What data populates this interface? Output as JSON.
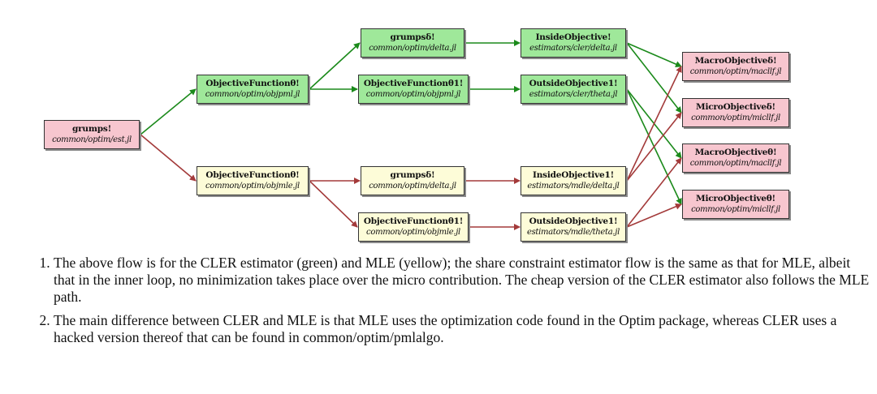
{
  "colors": {
    "green_edge": "#1b8a1b",
    "red_edge": "#a33a3a",
    "pink": "#f7c6cf",
    "green": "#9fe89a",
    "yellow": "#fdfcd8"
  },
  "nodes": {
    "grumps": {
      "name": "grumps!",
      "file": "common/optim/est.jl"
    },
    "objfn_g": {
      "name": "ObjectiveFunctionθ!",
      "file": "common/optim/objpml.jl"
    },
    "objfn_y": {
      "name": "ObjectiveFunctionθ!",
      "file": "common/optim/objmle.jl"
    },
    "delta_g": {
      "name": "grumpsδ!",
      "file": "common/optim/delta.jl"
    },
    "objfn1_g": {
      "name": "ObjectiveFunctionθ1!",
      "file": "common/optim/objpml.jl"
    },
    "delta_y": {
      "name": "grumpsδ!",
      "file": "common/optim/delta.jl"
    },
    "objfn1_y": {
      "name": "ObjectiveFunctionθ1!",
      "file": "common/optim/objmle.jl"
    },
    "inside_g": {
      "name": "InsideObjective!",
      "file": "estimators/cler/delta.jl"
    },
    "outside_g": {
      "name": "OutsideObjective1!",
      "file": "estimators/cler/theta.jl"
    },
    "inside_y": {
      "name": "InsideObjective1!",
      "file": "estimators/mdle/delta.jl"
    },
    "outside_y": {
      "name": "OutsideObjective1!",
      "file": "estimators/mdle/theta.jl"
    },
    "macro_delta": {
      "name": "MacroObjectiveδ!",
      "file": "common/optim/macllf.jl"
    },
    "micro_delta": {
      "name": "MicroObjectiveδ!",
      "file": "common/optim/micllf.jl"
    },
    "macro_theta": {
      "name": "MacroObjectiveθ!",
      "file": "common/optim/macllf.jl"
    },
    "micro_theta": {
      "name": "MicroObjectiveθ!",
      "file": "common/optim/micllf.jl"
    }
  },
  "edges": [
    {
      "from": "grumps",
      "to": "objfn_g",
      "color": "green"
    },
    {
      "from": "grumps",
      "to": "objfn_y",
      "color": "red"
    },
    {
      "from": "objfn_g",
      "to": "delta_g",
      "color": "green"
    },
    {
      "from": "objfn_g",
      "to": "objfn1_g",
      "color": "green"
    },
    {
      "from": "delta_g",
      "to": "inside_g",
      "color": "green"
    },
    {
      "from": "objfn1_g",
      "to": "outside_g",
      "color": "green"
    },
    {
      "from": "inside_g",
      "to": "macro_delta",
      "color": "green"
    },
    {
      "from": "inside_g",
      "to": "micro_delta",
      "color": "green"
    },
    {
      "from": "outside_g",
      "to": "macro_theta",
      "color": "green"
    },
    {
      "from": "outside_g",
      "to": "micro_theta",
      "color": "green"
    },
    {
      "from": "objfn_y",
      "to": "delta_y",
      "color": "red"
    },
    {
      "from": "objfn_y",
      "to": "objfn1_y",
      "color": "red"
    },
    {
      "from": "delta_y",
      "to": "inside_y",
      "color": "red"
    },
    {
      "from": "objfn1_y",
      "to": "outside_y",
      "color": "red"
    },
    {
      "from": "inside_y",
      "to": "macro_delta",
      "color": "red"
    },
    {
      "from": "inside_y",
      "to": "micro_delta",
      "color": "red"
    },
    {
      "from": "outside_y",
      "to": "macro_theta",
      "color": "red"
    },
    {
      "from": "outside_y",
      "to": "micro_theta",
      "color": "red"
    }
  ],
  "notes": [
    "The above flow is for the CLER estimator (green) and MLE (yellow); the share constraint estimator flow is the same as that for MLE, albeit that in the inner loop, no minimization takes place over the micro contribution. The cheap version of the CLER estimator also follows the MLE path.",
    "The main difference between CLER and MLE is that MLE uses the optimization code found in the Optim package, whereas CLER uses a hacked version thereof that can be found in common/optim/pmlalgo."
  ]
}
